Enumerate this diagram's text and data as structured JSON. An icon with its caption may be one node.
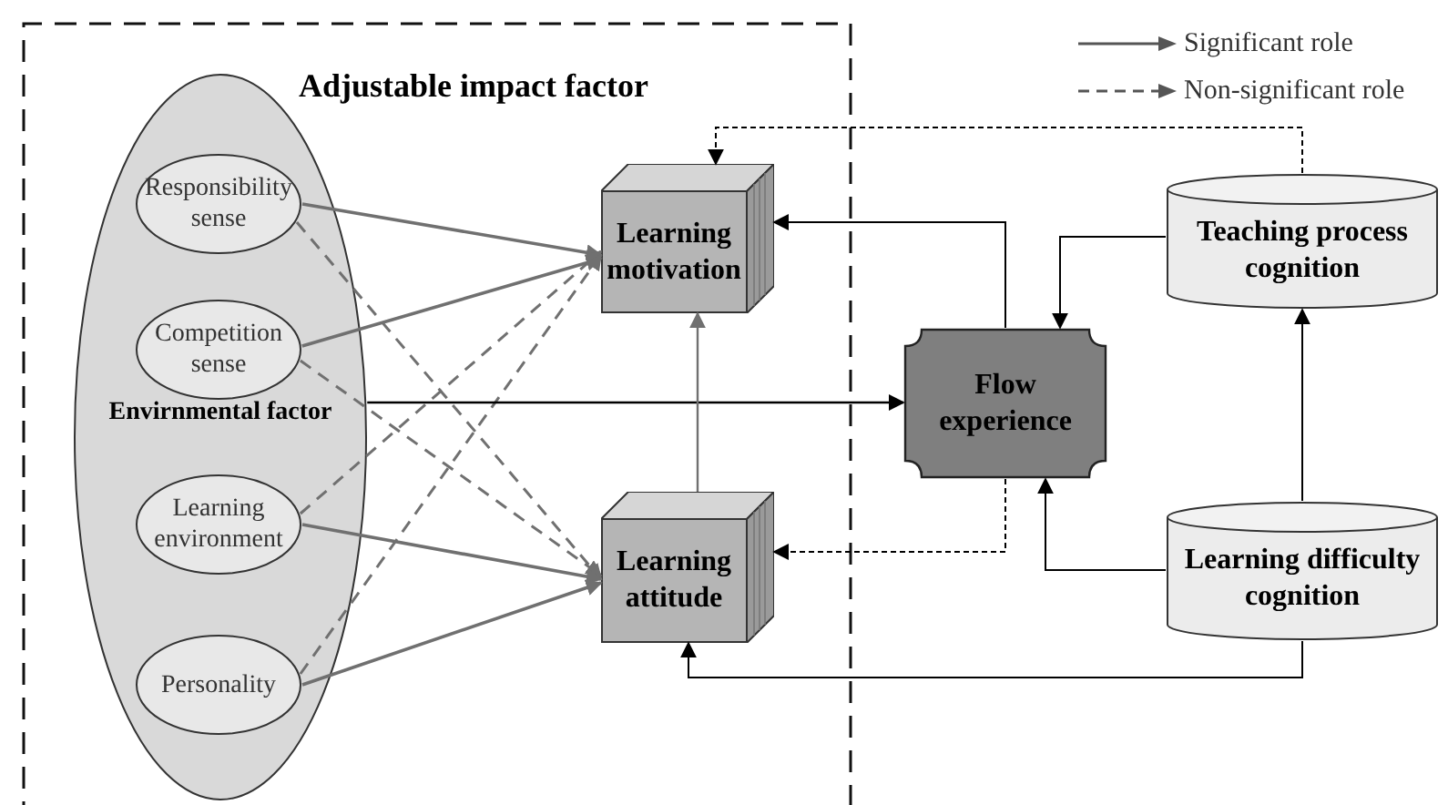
{
  "diagram": {
    "nodes": [
      {
        "text": [
          "Adjustable impact factor"
        ]
      },
      {
        "text": [
          "Envirnmental factor"
        ],
        "in": 0
      },
      {
        "text": [
          "Responsibility sense"
        ],
        "in": 1
      },
      {
        "text": [
          "Competition sense"
        ],
        "in": 1
      },
      {
        "text": [
          "Learning environment"
        ],
        "in": 1
      },
      {
        "text": [
          "Personality"
        ],
        "in": 1
      },
      {
        "text": [
          "Learning motivation"
        ],
        "in": 0
      },
      {
        "text": [
          "Learning attitude"
        ],
        "in": 0
      },
      {
        "text": [
          "Flow experience"
        ]
      },
      {
        "text": [
          "Teaching process cognition"
        ]
      },
      {
        "text": [
          "Learning difficulty cognition"
        ]
      }
    ],
    "edges": [
      {
        "from": 2,
        "to": 6,
        "arrow": "to"
      },
      {
        "from": 2,
        "to": 7,
        "arrow": "to",
        "style": "dashed"
      },
      {
        "from": 3,
        "to": 6,
        "arrow": "to"
      },
      {
        "from": 3,
        "to": 7,
        "arrow": "to",
        "style": "dashed"
      },
      {
        "from": 4,
        "to": 7,
        "arrow": "to"
      },
      {
        "from": 4,
        "to": 6,
        "arrow": "to",
        "style": "dashed"
      },
      {
        "from": 5,
        "to": 7,
        "arrow": "to"
      },
      {
        "from": 5,
        "to": 6,
        "arrow": "to",
        "style": "dashed"
      },
      {
        "from": 1,
        "to": 8,
        "arrow": "to",
        "color": "#000000"
      },
      {
        "from": 7,
        "to": 6,
        "arrow": "to"
      },
      {
        "from": 8,
        "to": 6,
        "arrow": "to",
        "color": "#000000"
      },
      {
        "from": 8,
        "to": 7,
        "arrow": "to",
        "style": "dashed",
        "color": "#000000"
      },
      {
        "from": 9,
        "to": 8,
        "arrow": "to",
        "color": "#000000"
      },
      {
        "from": 9,
        "to": 6,
        "arrow": "to",
        "style": "dashed",
        "color": "#000000"
      },
      {
        "from": 10,
        "to": 9,
        "arrow": "to",
        "color": "#000000"
      },
      {
        "from": 10,
        "to": 8,
        "arrow": "to",
        "color": "#000000"
      },
      {
        "from": 10,
        "to": 7,
        "arrow": "to",
        "color": "#000000"
      }
    ],
    "legend": [
      {
        "text": "Significant role"
      },
      {
        "text": "Non-significant role"
      }
    ]
  }
}
